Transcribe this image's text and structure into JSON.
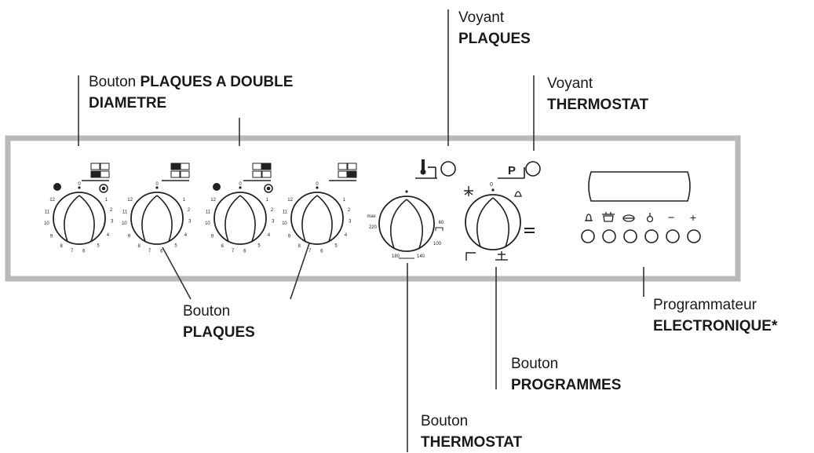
{
  "labels": {
    "voyant_plaques": {
      "line1": "Voyant",
      "line2": "PLAQUES"
    },
    "bouton_double": {
      "line1_reg": "Bouton ",
      "line1_bold": "PLAQUES A DOUBLE",
      "line2": "DIAMETRE"
    },
    "voyant_thermostat": {
      "line1": "Voyant",
      "line2": "THERMOSTAT"
    },
    "bouton_plaques": {
      "line1": "Bouton",
      "line2": "PLAQUES"
    },
    "programmateur": {
      "line1": "Programmateur",
      "line2": "ELECTRONIQUE*"
    },
    "bouton_programmes": {
      "line1": "Bouton",
      "line2": "PROGRAMMES"
    },
    "bouton_thermostat": {
      "line1": "Bouton",
      "line2": "THERMOSTAT"
    }
  },
  "hob_knob_scale": [
    "12",
    "1",
    "2",
    "3",
    "4",
    "5",
    "6",
    "7",
    "8",
    "9",
    "10",
    "11"
  ],
  "hob_knob_zero": "0",
  "thermostat_scale": {
    "max": "max",
    "s220": "220",
    "s180": "180",
    "s140": "140",
    "s100": "100",
    "s60": "60"
  },
  "program_knob": {
    "zero": "0",
    "indicator_letter": "P"
  },
  "programmer_buttons": {
    "minus": "−",
    "plus": "+"
  },
  "icons": [
    "hob-zone-icon",
    "double-zone-icon",
    "thermometer-icon",
    "bell-icon",
    "oven-icon",
    "pot-icon",
    "hand-icon",
    "indicator-lamp-icon"
  ]
}
